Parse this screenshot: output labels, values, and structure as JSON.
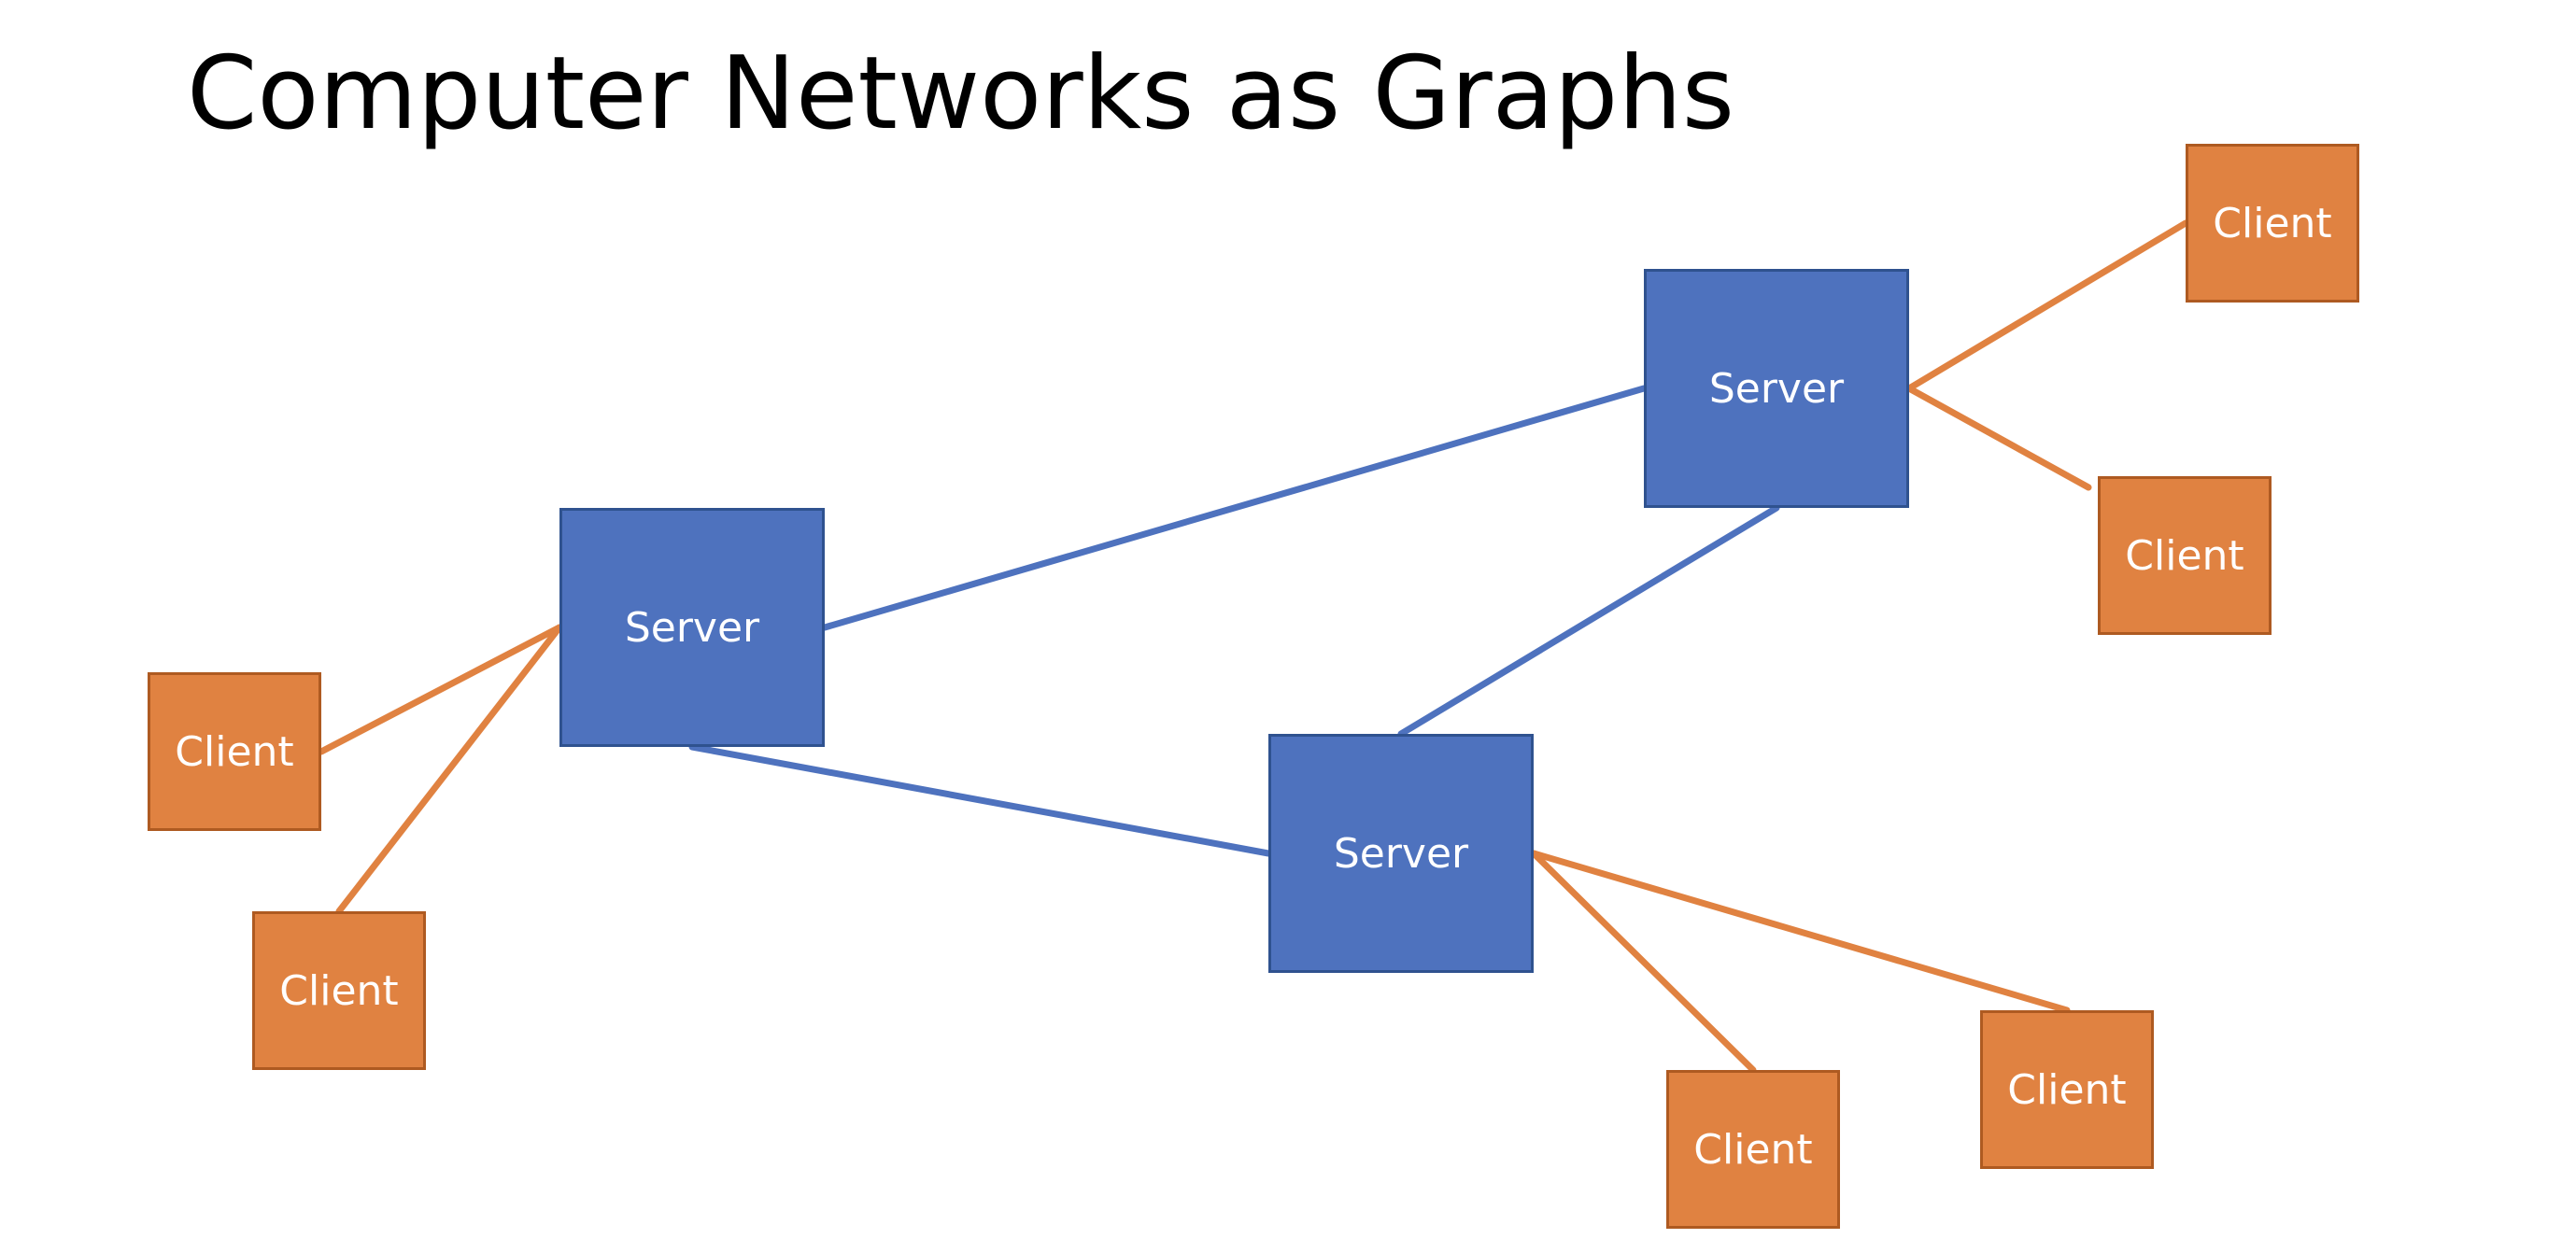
{
  "title": "Computer Networks as Graphs",
  "colors": {
    "server_fill": "#4e72be",
    "server_border": "#2f528f",
    "client_fill": "#e08241",
    "client_border": "#ae5a21",
    "server_link": "#4e72be",
    "client_link": "#e08241"
  },
  "nodes": [
    {
      "id": "server-left",
      "kind": "server",
      "label": "Server"
    },
    {
      "id": "server-top-right",
      "kind": "server",
      "label": "Server"
    },
    {
      "id": "server-center",
      "kind": "server",
      "label": "Server"
    },
    {
      "id": "client-left-1",
      "kind": "client",
      "label": "Client"
    },
    {
      "id": "client-left-2",
      "kind": "client",
      "label": "Client"
    },
    {
      "id": "client-top-right-1",
      "kind": "client",
      "label": "Client"
    },
    {
      "id": "client-top-right-2",
      "kind": "client",
      "label": "Client"
    },
    {
      "id": "client-bottom-1",
      "kind": "client",
      "label": "Client"
    },
    {
      "id": "client-bottom-2",
      "kind": "client",
      "label": "Client"
    }
  ],
  "edges": [
    {
      "from": "server-left",
      "to": "server-top-right",
      "kind": "server_link"
    },
    {
      "from": "server-left",
      "to": "server-center",
      "kind": "server_link"
    },
    {
      "from": "server-top-right",
      "to": "server-center",
      "kind": "server_link"
    },
    {
      "from": "server-left",
      "to": "client-left-1",
      "kind": "client_link"
    },
    {
      "from": "server-left",
      "to": "client-left-2",
      "kind": "client_link"
    },
    {
      "from": "server-top-right",
      "to": "client-top-right-1",
      "kind": "client_link"
    },
    {
      "from": "server-top-right",
      "to": "client-top-right-2",
      "kind": "client_link"
    },
    {
      "from": "server-center",
      "to": "client-bottom-1",
      "kind": "client_link"
    },
    {
      "from": "server-center",
      "to": "client-bottom-2",
      "kind": "client_link"
    }
  ]
}
